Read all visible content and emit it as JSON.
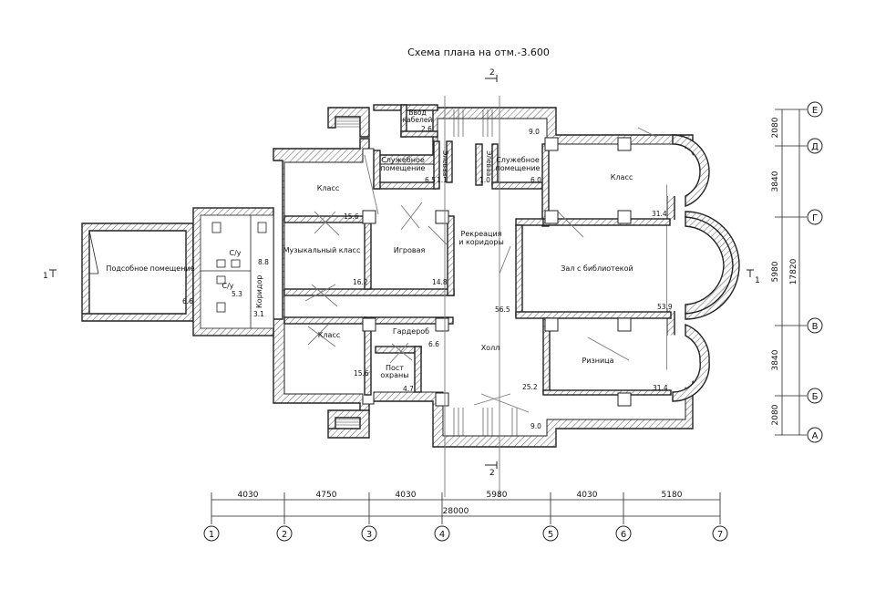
{
  "title": "Схема плана на отм.-3.600",
  "rooms": {
    "podsobnoe": {
      "label": "Подсобное помещение",
      "area": "6.6"
    },
    "klass_top_left": {
      "label": "Класс",
      "area": "15.6"
    },
    "muz_klass": {
      "label": "Музыкальный класс",
      "area": "16.2"
    },
    "igrovaya": {
      "label": "Игровая",
      "area": "14.8"
    },
    "klass_bottom_left": {
      "label": "Класс",
      "area": "15.6"
    },
    "sluzh_left": {
      "label_1": "Служебное",
      "label_2": "помещение",
      "area": "6.5"
    },
    "sluzh_right": {
      "label_1": "Служебное",
      "label_2": "помещение",
      "area": "6.0"
    },
    "elevator_left": {
      "label": "Элеваа",
      "area": "1.1"
    },
    "elevator_right": {
      "label": "Элеваа",
      "area": "1.0"
    },
    "vvod": {
      "label_1": "Ввод",
      "label_2": "кабелей",
      "area": "2.6"
    },
    "stair_top": {
      "area": "9.0"
    },
    "stair_bottom": {
      "area": "9.0"
    },
    "rekreaciya": {
      "label_1": "Рекреация",
      "label_2": "и коридоры",
      "area": "56.5"
    },
    "klass_top_right": {
      "label": "Класс",
      "area": "31.4"
    },
    "zal": {
      "label": "Зал с библиотекой",
      "area": "53.9"
    },
    "riznica": {
      "label": "Ризница",
      "area": "31.4"
    },
    "holl": {
      "label": "Холл",
      "area": "25.2"
    },
    "garderob": {
      "label": "Гардероб",
      "area": "6.6"
    },
    "post": {
      "label_1": "Пост",
      "label_2": "охраны",
      "area": "4.7"
    },
    "su_top": {
      "label": "С/у",
      "area": "8.8"
    },
    "su_bottom": {
      "label": "С/у",
      "area": "5.3"
    },
    "koridor": {
      "label": "Коридор",
      "area": "3.1"
    }
  },
  "section_marks": {
    "top": "2",
    "bottom": "2",
    "left": "1",
    "right": "1"
  },
  "dims_bottom": [
    "4030",
    "4750",
    "4030",
    "5980",
    "4030",
    "5180"
  ],
  "dim_total_bottom": "28000",
  "axes_bottom": [
    "1",
    "2",
    "3",
    "4",
    "5",
    "6",
    "7"
  ],
  "dims_right": [
    "2080",
    "3840",
    "5980",
    "3840",
    "2080"
  ],
  "dim_total_right": "17820",
  "axes_right": [
    "Е",
    "Д",
    "Г",
    "В",
    "Б",
    "А"
  ]
}
